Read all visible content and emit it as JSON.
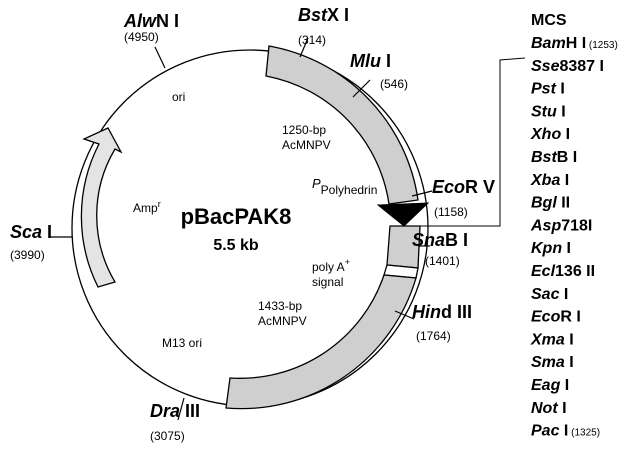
{
  "plasmid": {
    "name": "pBacPAK8",
    "size": "5.5 kb"
  },
  "features": {
    "ori": "ori",
    "amp": "Amp",
    "amp_sup": "r",
    "m13": "M13 ori",
    "ac1250_line1": "1250-bp",
    "ac1250_line2": "AcMNPV",
    "ac1433_line1": "1433-bp",
    "ac1433_line2": "AcMNPV",
    "polyA_line1": "poly A",
    "polyA_sup": "+",
    "polyA_line2": "signal",
    "promoter_p": "P",
    "promoter_sub": "Polyhedrin"
  },
  "sites": [
    {
      "id": "alwni",
      "name_i": "Alw",
      "name_r": "N I",
      "pos": "(4950)"
    },
    {
      "id": "bstxi",
      "name_i": "Bst",
      "name_r": "X I",
      "pos": "(314)"
    },
    {
      "id": "mlui",
      "name_i": "Mlu",
      "name_r": " I",
      "pos": "(546)"
    },
    {
      "id": "ecorv",
      "name_i": "Eco",
      "name_r": "R V",
      "pos": "(1158)"
    },
    {
      "id": "snabi",
      "name_i": "Sna",
      "name_r": "B I",
      "pos": "(1401)"
    },
    {
      "id": "hindiii",
      "name_i": "Hin",
      "name_r": "d III",
      "pos": "(1764)"
    },
    {
      "id": "draiii",
      "name_i": "Dra",
      "name_r": " III",
      "pos": "(3075)"
    },
    {
      "id": "scai",
      "name_i": "Sca",
      "name_r": " I",
      "pos": "(3990)"
    }
  ],
  "mcs": {
    "title": "MCS",
    "items": [
      {
        "i": "Bam",
        "r": "H I",
        "pos": "(1253)"
      },
      {
        "i": "Sse",
        "r": "8387 I",
        "pos": ""
      },
      {
        "i": "Pst",
        "r": " I",
        "pos": ""
      },
      {
        "i": "Stu",
        "r": " I",
        "pos": ""
      },
      {
        "i": "Xho",
        "r": " I",
        "pos": ""
      },
      {
        "i": "Bst",
        "r": "B I",
        "pos": ""
      },
      {
        "i": "Xba",
        "r": " I",
        "pos": ""
      },
      {
        "i": "Bgl",
        "r": " II",
        "pos": ""
      },
      {
        "i": "Asp",
        "r": "718I",
        "pos": ""
      },
      {
        "i": "Kpn",
        "r": " I",
        "pos": ""
      },
      {
        "i": "Ecl",
        "r": "136 II",
        "pos": ""
      },
      {
        "i": "Sac",
        "r": " I",
        "pos": ""
      },
      {
        "i": "Eco",
        "r": "R I",
        "pos": ""
      },
      {
        "i": "Xma",
        "r": " I",
        "pos": ""
      },
      {
        "i": "Sma",
        "r": " I",
        "pos": ""
      },
      {
        "i": "Eag",
        "r": " I",
        "pos": ""
      },
      {
        "i": "Not",
        "r": " I",
        "pos": ""
      },
      {
        "i": "Pac",
        "r": " I",
        "pos": "(1325)"
      }
    ]
  },
  "colors": {
    "segment_fill": "#cfcfcf",
    "amp_fill": "#e4e4e4",
    "line": "#000000"
  }
}
